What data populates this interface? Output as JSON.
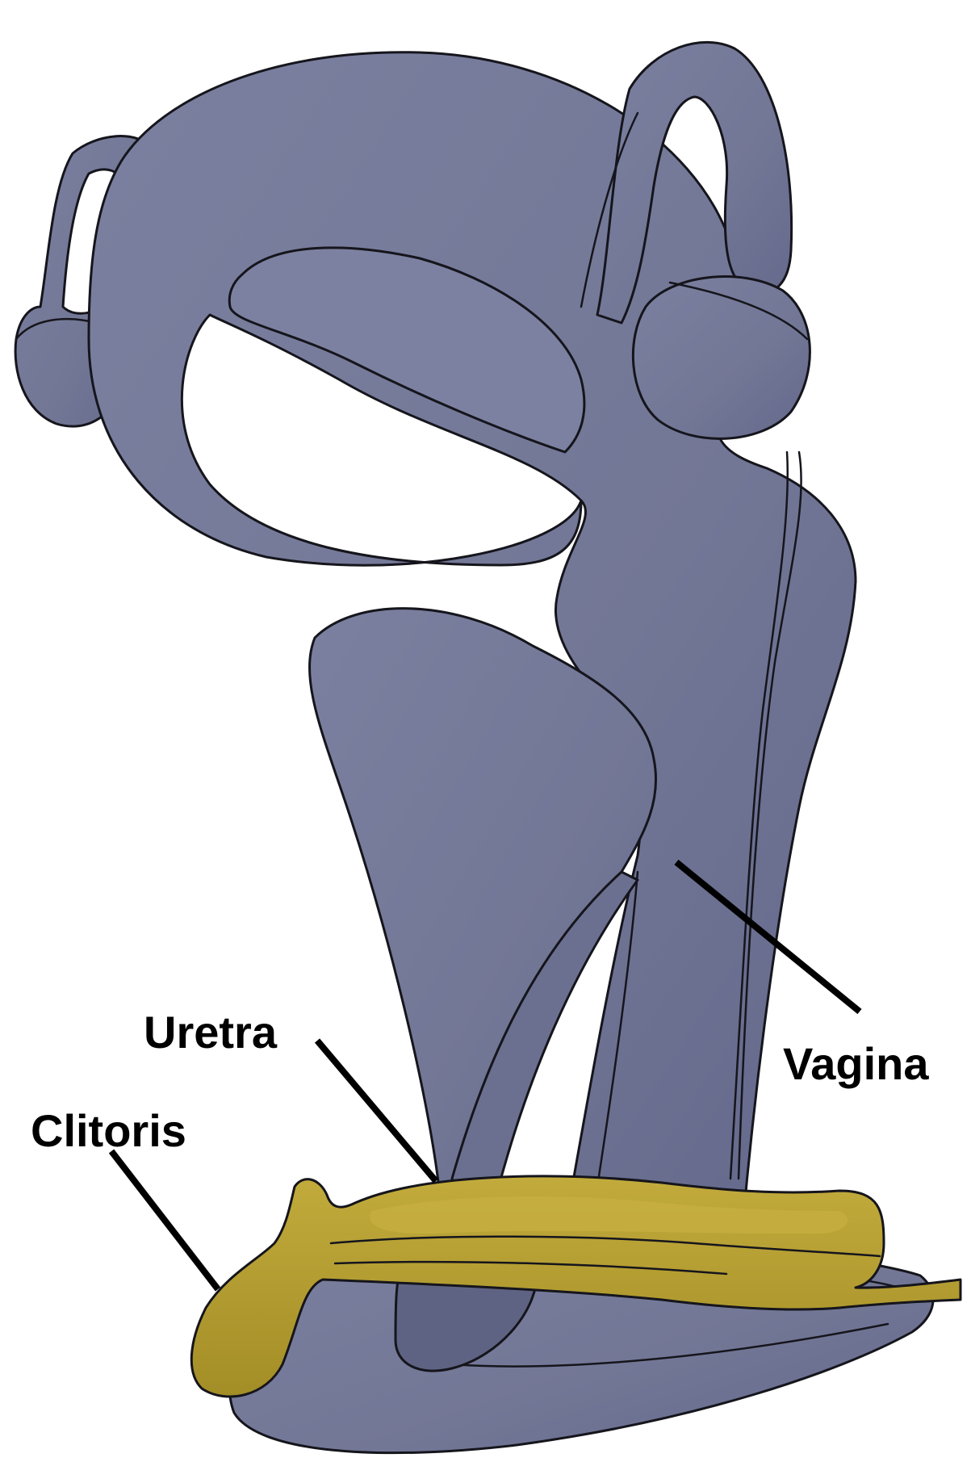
{
  "labels": {
    "uretra": "Uretra",
    "clitoris": "Clitoris",
    "vagina": "Vagina"
  },
  "colors": {
    "organ_fill": "#737796",
    "organ_shadow": "#5d6080",
    "organ_highlight": "#868aa8",
    "clitoris_fill": "#b09a2e",
    "clitoris_highlight": "#c4ad3d",
    "outline": "#15151c",
    "background": "#ffffff"
  }
}
